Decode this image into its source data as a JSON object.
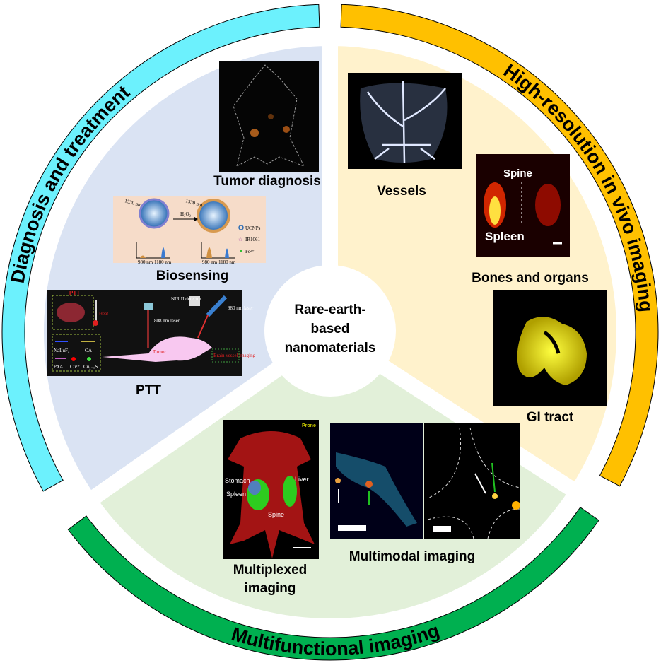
{
  "center": {
    "lines": [
      "Rare-earth-",
      "based",
      "nanomaterials"
    ]
  },
  "sections": [
    {
      "title": "Diagnosis and treatment",
      "ring_color": "#6cf1fd",
      "fill_color": "#dae3f3"
    },
    {
      "title": "High-resolution in vivo imaging",
      "ring_color": "#ffc000",
      "fill_color": "#fff2cc"
    },
    {
      "title": "Multifunctional imaging",
      "ring_color": "#00b050",
      "fill_color": "#e2f0d9"
    }
  ],
  "panels": {
    "tumor": {
      "label": "Tumor diagnosis"
    },
    "biosensing": {
      "label": "Biosensing",
      "wavelength": "1530 nm",
      "reagent": "H₂O₂",
      "legend": [
        "UCNPs",
        "IR1061",
        "Fe²⁺"
      ],
      "axis": "980 nm 1180 nm"
    },
    "ptt": {
      "label": "PTT",
      "inset_title": "PTT",
      "heat": "Heat",
      "detector": "NIR II detector",
      "laser808": "808 nm laser",
      "laser980": "980 nm laser",
      "tumor": "Tumor",
      "brain": "Brain vessel imaging",
      "legend": [
        "NaLuF₄",
        "OA",
        "PAA",
        "Cu²⁺",
        "Cu₂₋ₓS"
      ]
    },
    "vessels": {
      "label": "Vessels"
    },
    "bones": {
      "label": "Bones and organs",
      "spine": "Spine",
      "spleen": "Spleen"
    },
    "gi": {
      "label": "GI tract"
    },
    "multiplexed": {
      "label_lines": [
        "Multiplexed",
        "imaging"
      ],
      "prone": "Prone",
      "stomach": "Stomach",
      "liver": "Liver",
      "spleen": "Spleen",
      "spine": "Spine"
    },
    "multimodal": {
      "label": "Multimodal imaging"
    }
  }
}
